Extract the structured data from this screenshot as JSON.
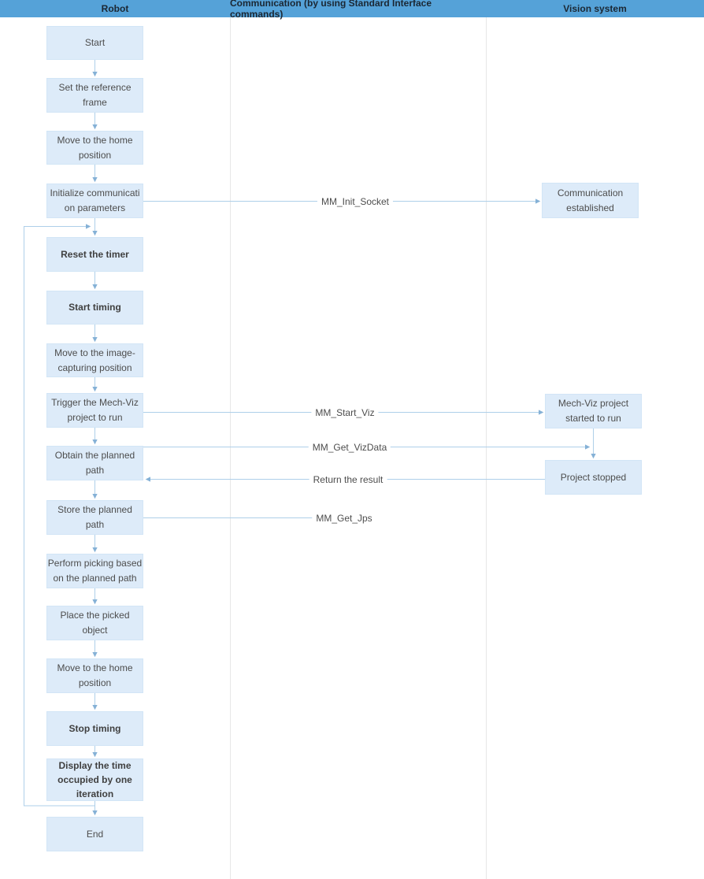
{
  "header": {
    "columns": [
      {
        "label": "Robot"
      },
      {
        "label": "Communication (by using Standard Interface commands)"
      },
      {
        "label": "Vision system"
      }
    ]
  },
  "colors": {
    "header_bg": "#55a2d8",
    "header_text": "#1b2733",
    "node_fill": "#ddebf9",
    "node_border": "#d2e5f6",
    "connector_line": "#aecfe9",
    "arrowhead": "#85b1d6",
    "node_text": "#4d4d4d",
    "lane_divider": "#e7e7e7"
  },
  "nodes": {
    "start": "Start",
    "set_reference_frame": [
      "Set the reference",
      "frame"
    ],
    "move_home_1": [
      "Move to the home",
      "position"
    ],
    "init_comm": [
      "Initialize communicati",
      "on parameters"
    ],
    "reset_timer": "Reset the timer",
    "start_timing": "Start timing",
    "move_image": [
      "Move to the image-",
      "capturing position"
    ],
    "trigger_mechviz": [
      "Trigger the Mech-Viz",
      "project to run"
    ],
    "obtain_path": [
      "Obtain the planned",
      "path"
    ],
    "store_path": "Store the planned path",
    "perform_picking": [
      "Perform picking based",
      "on the planned path"
    ],
    "place_object": [
      "Place the picked",
      "object"
    ],
    "move_home_2": [
      "Move to the home",
      "position"
    ],
    "stop_timing": "Stop timing",
    "display_time": [
      "Display the time",
      "occupied by one",
      "iteration"
    ],
    "end": "End",
    "comm_established": [
      "Communication",
      "established"
    ],
    "mechviz_started": [
      "Mech-Viz project",
      "started to run"
    ],
    "project_stopped": "Project stopped"
  },
  "messages": {
    "init_socket": "MM_Init_Socket",
    "start_viz": "MM_Start_Viz",
    "get_vizdata": "MM_Get_VizData",
    "return_result": "Return the result",
    "get_jps": "MM_Get_Jps"
  }
}
